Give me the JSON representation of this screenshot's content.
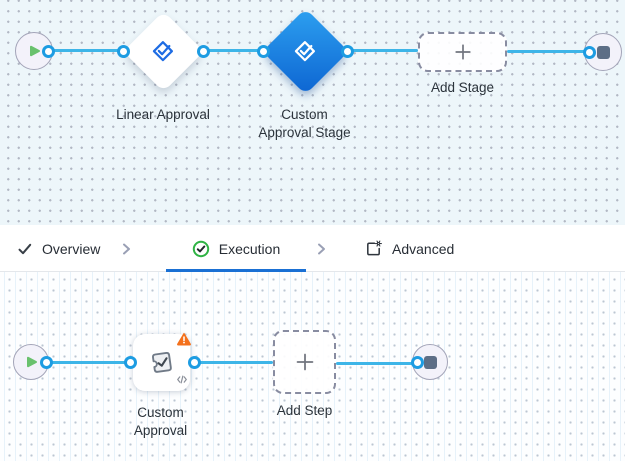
{
  "colors": {
    "canvas_top_bg": "#edf6fa",
    "edge_blue": "#3db5e8",
    "port_blue": "#1d9ce2",
    "active_tab_underline": "#1a70d4",
    "stage_blue_gradient_start": "#2da0f0",
    "stage_blue_gradient_end": "#0d65d2",
    "stage_icon_blue": "#1e6ce3",
    "warning_orange": "#f4711c",
    "success_green": "#2fb344",
    "play_green": "#69c16d",
    "end_square_slate": "#5d6e86"
  },
  "stage_flow": {
    "stages": [
      {
        "label": "Linear Approval",
        "state": "default"
      },
      {
        "label": "Custom Approval Stage",
        "state": "selected"
      }
    ],
    "add_stage_label": "Add Stage"
  },
  "tab_bar": {
    "tabs": [
      {
        "label": "Overview",
        "icon": "check-icon",
        "active": false
      },
      {
        "label": "Execution",
        "icon": "check-circle-icon",
        "active": true
      },
      {
        "label": "Advanced",
        "icon": "page-gear-icon",
        "active": false
      }
    ]
  },
  "step_flow": {
    "steps": [
      {
        "label": "Custom Approval",
        "warning": true
      }
    ],
    "add_step_label": "Add Step"
  }
}
